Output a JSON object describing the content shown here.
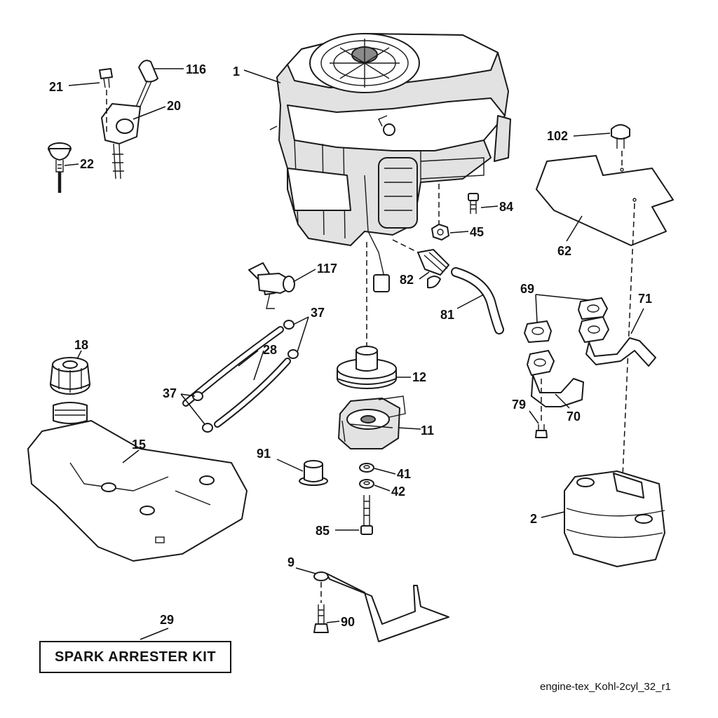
{
  "diagram": {
    "callouts": {
      "c1": "1",
      "c2": "2",
      "c9": "9",
      "c11": "11",
      "c12": "12",
      "c15": "15",
      "c18": "18",
      "c20": "20",
      "c21": "21",
      "c22": "22",
      "c28": "28",
      "c29": "29",
      "c37a": "37",
      "c37b": "37",
      "c41": "41",
      "c42": "42",
      "c45": "45",
      "c62": "62",
      "c69": "69",
      "c70": "70",
      "c71": "71",
      "c79": "79",
      "c81": "81",
      "c82": "82",
      "c84": "84",
      "c85": "85",
      "c90": "90",
      "c91": "91",
      "c102": "102",
      "c116": "116",
      "c117": "117"
    },
    "kit_label": "SPARK ARRESTER KIT",
    "image_ref": "engine-tex_Kohl-2cyl_32_r1"
  }
}
